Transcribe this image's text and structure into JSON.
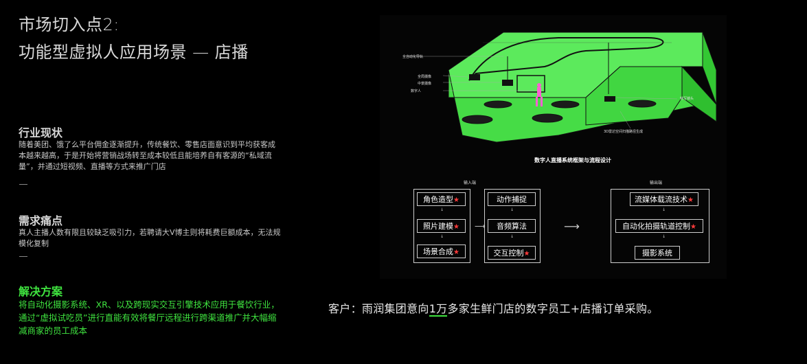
{
  "title": {
    "line1": "市场切入点2:",
    "line2": "功能型虚拟人应用场景 — 店播"
  },
  "industry": {
    "heading": "行业现状",
    "body": "随着美团、饿了么平台佣金逐渐提升，传统餐饮、零售店面意识到平均获客成本越来越高，于是开始将营销战场转至成本较低且能培养自有客源的“私域流量”，并通过短视频、直播等方式来推广门店"
  },
  "pain": {
    "heading": "需求痛点",
    "body": "真人主播人数有限且较缺乏吸引力，若聘请大V博主则将耗费巨额成本，无法规模化复制"
  },
  "solution": {
    "heading": "解决方案",
    "body": "将自动化摄影系统、XR、以及跨现实交互引擎技术应用于餐饮行业，通过“虚拟试吃员”进行直能有效将餐厅远程进行跨渠道推广并大幅缩减商家的员工成本"
  },
  "diagram": {
    "labels": {
      "track": "全自动化导轨",
      "wide_cam": "全局摄像",
      "mid_cam": "中景摄像",
      "avatar": "数字人",
      "closeup": "特写镜头",
      "scan": "3D雷达空间扫描路径生成"
    },
    "flow_title": "数字人直播系统框架与流程设计",
    "input_label": "输入端",
    "output_label": "输出端",
    "col1": [
      "角色造型",
      "照片建模",
      "场景合成"
    ],
    "col2": [
      "动作捕捉",
      "音频算法",
      "交互控制"
    ],
    "col3": [
      "流媒体载流技术",
      "自动化拍摄轨道控制",
      "摄影系统"
    ],
    "star": "★",
    "down": "↓",
    "right": "⟶"
  },
  "customer": {
    "prefix": "客户：雨润集团意向",
    "highlight": "1万",
    "suffix": "多家生鲜门店的数字员工+店播订单采购。"
  },
  "colors": {
    "accent_green": "#3fe33f",
    "star_red": "#ff3b3b",
    "box_green": "#4ee44e"
  }
}
